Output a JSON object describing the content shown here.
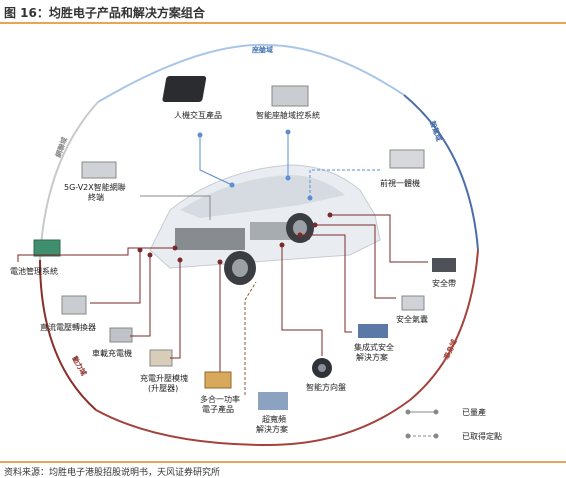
{
  "figure": {
    "title": "图 16：均胜电子产品和解决方案组合",
    "source": "资料来源：均胜电子港股招股说明书，天风证券研究所"
  },
  "arcs": {
    "cockpit": "座艙域",
    "adas": "智駕域",
    "body": "車身域",
    "power": "動力域",
    "network": "網聯域"
  },
  "products": {
    "hmi": "人機交互產品",
    "cockpit_ctrl": "智能座艙域控系統",
    "front_camera": "前視一體機",
    "v2x_line1": "5G-V2X智能網聯",
    "v2x_line2": "終端",
    "bms": "電池管理系統",
    "dcdc": "直流電壓轉換器",
    "obc": "車載充電機",
    "boost_line1": "充電升壓模塊",
    "boost_line2": "(升壓器)",
    "multi_line1": "多合一功率",
    "multi_line2": "電子產品",
    "uwb_line1": "超寬頻",
    "uwb_line2": "解決方案",
    "steering": "智能方向盤",
    "safety_line1": "集成式安全",
    "safety_line2": "解決方案",
    "airbag": "安全氣囊",
    "seatbelt": "安全帶"
  },
  "legend": {
    "mass": "已量產",
    "designated": "已取得定點"
  },
  "colors": {
    "blue": "#5b8fd1",
    "dark_red": "#7a2a2a",
    "rule": "#e8a45a"
  }
}
